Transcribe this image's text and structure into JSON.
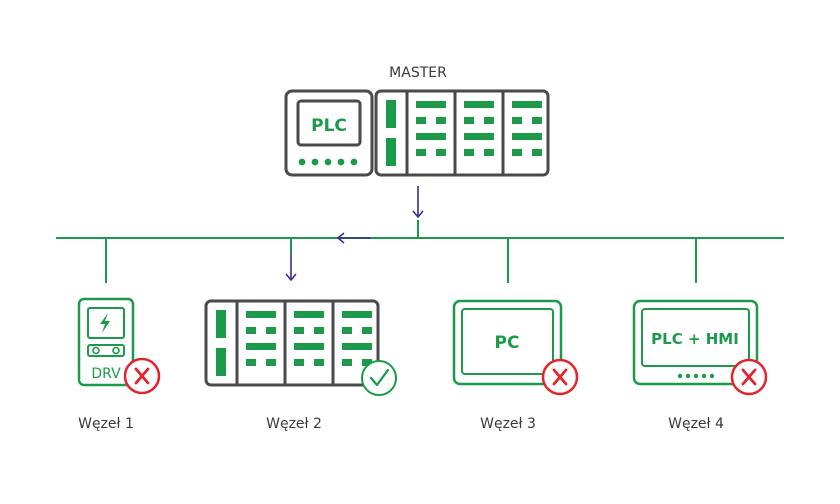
{
  "master": {
    "title": "MASTER",
    "plc_label": "PLC"
  },
  "nodes": [
    {
      "label": "Węzeł 1",
      "device": "DRV",
      "status": "fail"
    },
    {
      "label": "Węzeł 2",
      "device": "",
      "status": "ok"
    },
    {
      "label": "Węzeł 3",
      "device": "PC",
      "status": "fail"
    },
    {
      "label": "Węzeł 4",
      "device": "PLC + HMI",
      "status": "fail"
    }
  ],
  "colors": {
    "bus": "#1a9a4a",
    "device_frame": "#4a4a4a",
    "module": "#1a9a4a",
    "arrow": "#3b2f8f",
    "fail": "#e4232b",
    "ok": "#1a9a4a"
  }
}
